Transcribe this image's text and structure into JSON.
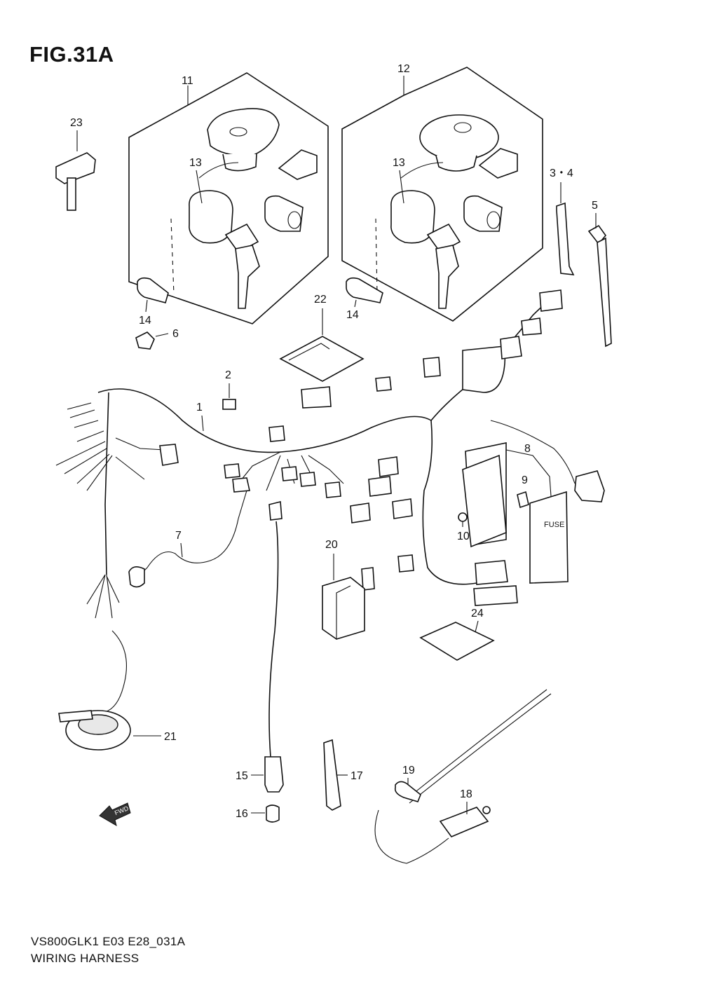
{
  "figure": {
    "title": "FIG.31A",
    "code": "VS800GLK1 E03 E28_031A",
    "name": "WIRING HARNESS"
  },
  "callouts": {
    "c1": "1",
    "c2": "2",
    "c3_4": "3・4",
    "c5": "5",
    "c6": "6",
    "c7": "7",
    "c8": "8",
    "c9": "9",
    "c10": "10",
    "c11": "11",
    "c12": "12",
    "c13a": "13",
    "c13b": "13",
    "c14a": "14",
    "c14b": "14",
    "c15": "15",
    "c16": "16",
    "c17": "17",
    "c18": "18",
    "c19": "19",
    "c20": "20",
    "c21": "21",
    "c22": "22",
    "c23": "23",
    "c24": "24"
  },
  "markings": {
    "fwd_arrow": "FWD",
    "fuse_box": "FUSE"
  }
}
